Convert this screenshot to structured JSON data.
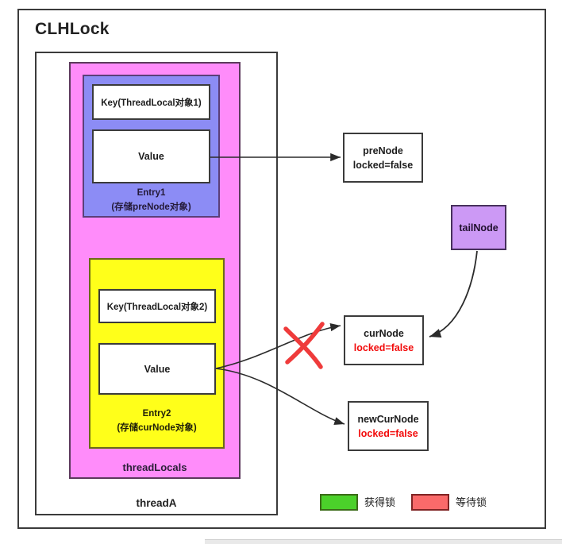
{
  "title": "CLHLock",
  "thread": {
    "label": "threadA",
    "threadlocals_label": "threadLocals"
  },
  "entry1": {
    "key_label": "Key(ThreadLocal对象1)",
    "value_label": "Value",
    "name": "Entry1",
    "caption": "(存储preNode对象)",
    "color": "#8c8cf5"
  },
  "entry2": {
    "key_label": "Key(ThreadLocal对象2)",
    "value_label": "Value",
    "name": "Entry2",
    "caption": "(存储curNode对象)",
    "color": "#ffff1a"
  },
  "nodes": {
    "pre_node": {
      "name": "preNode",
      "locked": "locked=false",
      "locked_color": "#1c1c1c"
    },
    "cur_node": {
      "name": "curNode",
      "locked": "locked=false",
      "locked_color": "#f20a0a"
    },
    "new_cur_node": {
      "name": "newCurNode",
      "locked": "locked=false",
      "locked_color": "#f20a0a"
    },
    "tail_node": {
      "name": "tailNode",
      "color": "#cc99f5"
    }
  },
  "legend": {
    "items": [
      {
        "label": "获得锁",
        "color": "#4bd12a"
      },
      {
        "label": "等待锁",
        "color": "#fa6a6a"
      }
    ]
  },
  "annotations": {
    "cross_mark": "red-x-cross",
    "cross_color": "#ef3b3b"
  }
}
